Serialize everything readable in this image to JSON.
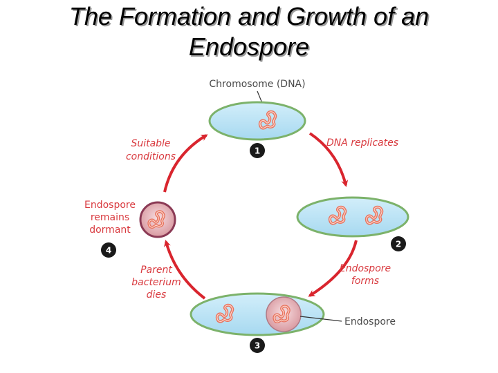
{
  "title": {
    "line1": "The Formation and Growth of an",
    "line2": "Endospore"
  },
  "diagram": {
    "chromosome_label": "Chromosome (DNA)",
    "endospore_label": "Endospore",
    "steps": [
      {
        "number": "1"
      },
      {
        "number": "2"
      },
      {
        "number": "3"
      },
      {
        "number": "4"
      }
    ],
    "transitions": {
      "dna_replicates": [
        "DNA replicates"
      ],
      "endospore_forms": [
        "Endospore",
        "forms"
      ],
      "parent_dies": [
        "Parent",
        "bacterium",
        "dies"
      ],
      "suitable_conditions": [
        "Suitable",
        "conditions"
      ]
    },
    "dormant_label": [
      "Endospore",
      "remains",
      "dormant"
    ]
  },
  "colors": {
    "cell_fill": "#b9e3f5",
    "cell_outline": "#7cb26a",
    "dna": "#e8735f",
    "arrow": "#d9252e",
    "label_red": "#d93a3f",
    "spore_fill": "#e8b4b8",
    "spore_outline": "#8b3a55",
    "badge": "#1a1a1a"
  }
}
